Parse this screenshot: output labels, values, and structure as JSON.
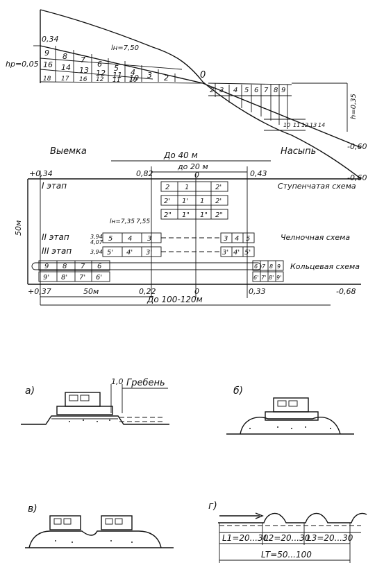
{
  "profile": {
    "label_h_start": "0,34",
    "label_hp": "hр=0,05",
    "label_l": "lн=7,50",
    "label_zero": "0",
    "label_h_end": "h=0,35",
    "cut_upper": [
      "9",
      "8",
      "7",
      "6",
      "5",
      "4",
      "3",
      "2"
    ],
    "cut_lower": [
      "16",
      "14",
      "13",
      "12",
      "11",
      "10"
    ],
    "cut_bottom": [
      "18",
      "17",
      "16",
      "12",
      "11",
      "10"
    ],
    "fill_upper": [
      "2",
      "3",
      "4",
      "5",
      "6",
      "7",
      "8",
      "9"
    ],
    "fill_lower": [
      "10",
      "11",
      "12",
      "13",
      "14"
    ],
    "mark_060a": "-0,60",
    "mark_060b": "-0,60"
  },
  "plan": {
    "cut_label": "Выемка",
    "fill_label": "Насыпь",
    "dim_40": "До 40 м",
    "dim_20": "до 20 м",
    "mark_tl": "+0,34",
    "mark_082": "0,82",
    "mark_0": "0",
    "mark_043": "0,43",
    "stage1": "I этап",
    "stage1_scheme": "Ступенчатая схема",
    "stage1_row1": [
      "2",
      "1",
      "2'"
    ],
    "stage1_row2": [
      "2'",
      "1'",
      "1",
      "2'"
    ],
    "stage1_row3": [
      "2\"",
      "1\"",
      "1\"",
      "2\""
    ],
    "stage2": "II этап",
    "stage2_scheme": "Челночная схема",
    "l_label": "lн=7,35",
    "l2_label": "7,55",
    "mark_394": "3,94",
    "mark_407": "4,07",
    "mark_394b": "3,94",
    "stage2_left": [
      "5",
      "4",
      "3"
    ],
    "stage2_right": [
      "3",
      "4",
      "5"
    ],
    "stage3": "III этап",
    "stage3_left": [
      "5'",
      "4'",
      "3'"
    ],
    "stage3_right": [
      "3'",
      "4'",
      "5'"
    ],
    "ring_scheme": "Кольцевая схема",
    "ring_left1": [
      "9",
      "8",
      "7",
      "6"
    ],
    "ring_left2": [
      "9'",
      "8'",
      "7'",
      "6'"
    ],
    "ring_right1": [
      "6",
      "7",
      "8",
      "9"
    ],
    "ring_right2": [
      "6'",
      "7'",
      "8'",
      "9'"
    ],
    "side_50": "50м",
    "mark_bl": "+0,37",
    "mark_022": "0,22",
    "mark_b0": "0",
    "mark_033": "0,33",
    "mark_068": "-0,68",
    "dim_50": "50м",
    "dim_100": "До 100-120м"
  },
  "details": {
    "a_label": "а)",
    "a_dim": "1,0",
    "a_ridge": "Гребень",
    "b_label": "б)",
    "c_label": "в)",
    "d_label": "г)",
    "d_l1": "L1=20...30",
    "d_l2": "L2=20...30",
    "d_l3": "L3=20...30",
    "d_lt": "LT=50...100"
  }
}
